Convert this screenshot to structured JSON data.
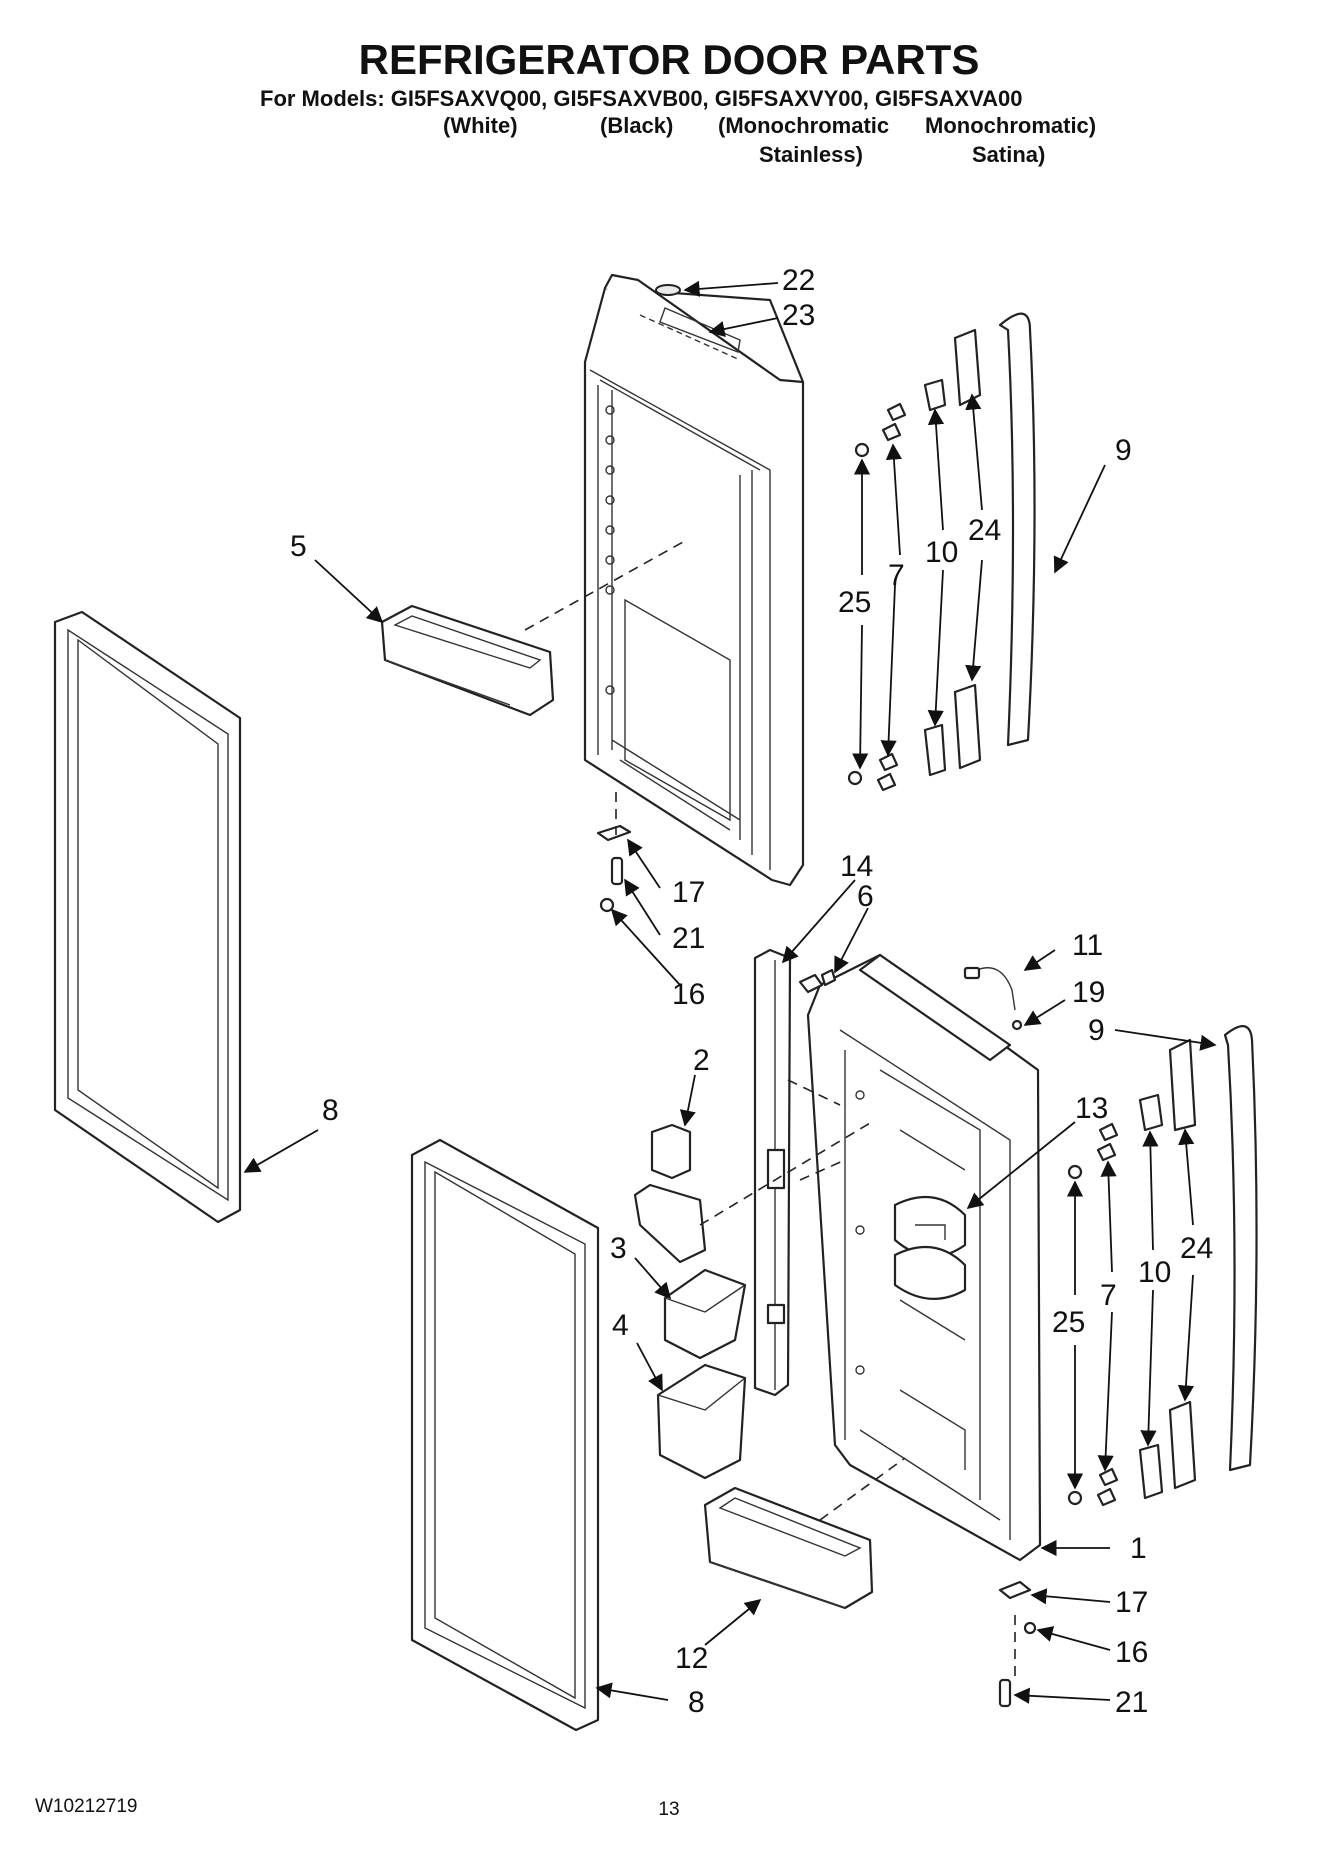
{
  "header": {
    "title": "REFRIGERATOR DOOR PARTS",
    "models_line": "For Models: GI5FSAXVQ00, GI5FSAXVB00, GI5FSAXVY00, GI5FSAXVA00",
    "variant_white": "(White)",
    "variant_black": "(Black)",
    "variant_mono_stainless_1": "(Monochromatic",
    "variant_mono_stainless_2": "Stainless)",
    "variant_mono_satina_1": "Monochromatic)",
    "variant_mono_satina_2": "Satina)"
  },
  "callouts": [
    {
      "id": "c22",
      "label": "22"
    },
    {
      "id": "c23",
      "label": "23"
    },
    {
      "id": "c9a",
      "label": "9"
    },
    {
      "id": "c24a",
      "label": "24"
    },
    {
      "id": "c10a",
      "label": "10"
    },
    {
      "id": "c7a",
      "label": "7"
    },
    {
      "id": "c25a",
      "label": "25"
    },
    {
      "id": "c5",
      "label": "5"
    },
    {
      "id": "c17a",
      "label": "17"
    },
    {
      "id": "c21a",
      "label": "21"
    },
    {
      "id": "c16a",
      "label": "16"
    },
    {
      "id": "c14",
      "label": "14"
    },
    {
      "id": "c6",
      "label": "6"
    },
    {
      "id": "c11",
      "label": "11"
    },
    {
      "id": "c19",
      "label": "19"
    },
    {
      "id": "c9b",
      "label": "9"
    },
    {
      "id": "c8a",
      "label": "8"
    },
    {
      "id": "c2",
      "label": "2"
    },
    {
      "id": "c13",
      "label": "13"
    },
    {
      "id": "c3",
      "label": "3"
    },
    {
      "id": "c4",
      "label": "4"
    },
    {
      "id": "c24b",
      "label": "24"
    },
    {
      "id": "c10b",
      "label": "10"
    },
    {
      "id": "c7b",
      "label": "7"
    },
    {
      "id": "c25b",
      "label": "25"
    },
    {
      "id": "c1",
      "label": "1"
    },
    {
      "id": "c17b",
      "label": "17"
    },
    {
      "id": "c12",
      "label": "12"
    },
    {
      "id": "c16b",
      "label": "16"
    },
    {
      "id": "c8b",
      "label": "8"
    },
    {
      "id": "c21b",
      "label": "21"
    }
  ],
  "footer": {
    "doc_number": "W10212719",
    "page_number": "13"
  }
}
